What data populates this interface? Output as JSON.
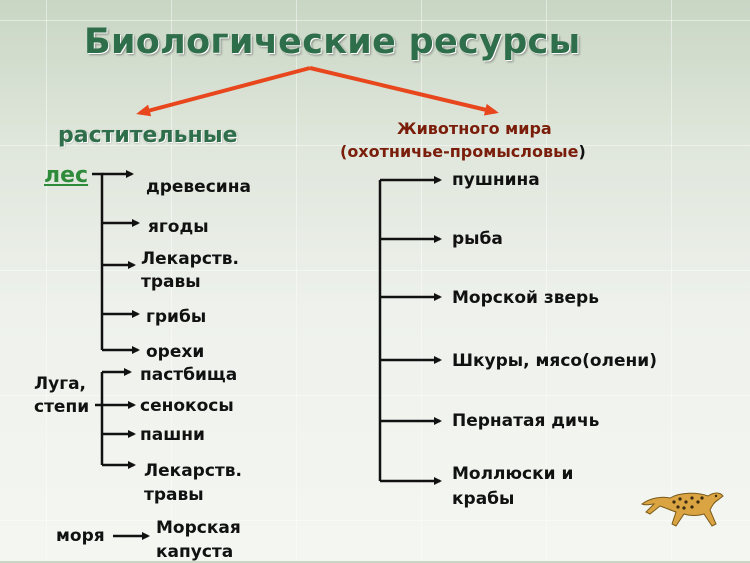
{
  "title": "Биологические ресурсы",
  "plant": {
    "label": "растительные",
    "forest": {
      "label": "лес",
      "items": [
        "древесина",
        "ягоды",
        "Лекарств.",
        "травы",
        "грибы",
        "орехи"
      ]
    },
    "meadows": {
      "label1": "Луга,",
      "label2": "степи",
      "items": [
        "пастбища",
        "сенокосы",
        "пашни",
        "Лекарств.",
        "травы"
      ]
    },
    "seas": {
      "label": "моря",
      "items": [
        "Морская",
        "капуста"
      ]
    }
  },
  "animal": {
    "label_line1": "Животного мира",
    "label_line2_open": "(",
    "label_line2": "охотничье-промысловые",
    "label_line2_close": ")",
    "items": [
      "пушнина",
      "рыба",
      "Морской зверь",
      "Шкуры, мясо(олени)",
      "Пернатая дичь",
      "Моллюски и",
      "крабы"
    ]
  },
  "colors": {
    "title": "#2f6e4a",
    "arrow": "#e8471d",
    "animal_header": "#7a1d0a",
    "forest_label": "#2e8b3a"
  },
  "icons": [
    "cheetah-icon"
  ]
}
